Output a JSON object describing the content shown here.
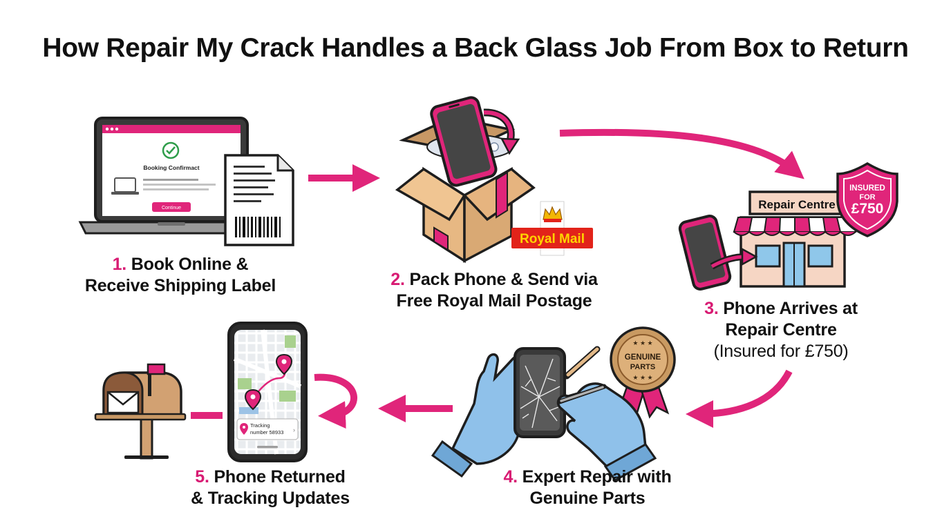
{
  "title": "How Repair My Crack Handles a Back Glass Job From Box to Return",
  "colors": {
    "accent": "#e0257a",
    "outline": "#1e1e1e",
    "cardboard": "#d9a974",
    "glove": "#8fc1ea",
    "royal_mail_red": "#e2231a",
    "badge_gold": "#c99a62"
  },
  "steps": [
    {
      "number": "1.",
      "line1": "Book Online &",
      "line2": "Receive Shipping Label",
      "screen": {
        "heading": "Booking Confirmact",
        "button": "Continue",
        "check_icon": "check-circle-icon"
      }
    },
    {
      "number": "2.",
      "line1": "Pack Phone & Send via",
      "line2": "Free Royal Mail Postage",
      "logo_text": "Royal Mail"
    },
    {
      "number": "3.",
      "line1": "Phone Arrives at",
      "line2": "Repair Centre",
      "line3": "(Insured for £750)",
      "sign_text": "Repair Centre",
      "shield": {
        "line1": "INSURED",
        "line2": "FOR",
        "amount": "£750"
      }
    },
    {
      "number": "4.",
      "line1": "Expert Repair with",
      "line2": "Genuine Parts",
      "badge": {
        "line1": "GENUINE",
        "line2": "PARTS"
      }
    },
    {
      "number": "5.",
      "line1": "Phone Returned",
      "line2": "& Tracking Updates",
      "tracking": {
        "line1": "Tracking",
        "line2": "number 58933"
      }
    }
  ]
}
